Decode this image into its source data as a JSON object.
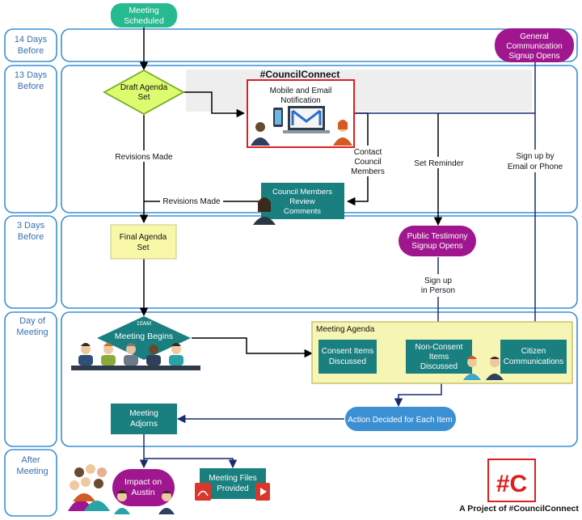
{
  "phases": [
    {
      "line1": "14 Days",
      "line2": "Before"
    },
    {
      "line1": "13 Days",
      "line2": "Before"
    },
    {
      "line1": "3 Days",
      "line2": "Before"
    },
    {
      "line1": "Day of",
      "line2": "Meeting"
    },
    {
      "line1": "After",
      "line2": "Meeting"
    }
  ],
  "nodes": {
    "meeting_scheduled": {
      "line1": "Meeting",
      "line2": "Scheduled"
    },
    "general_signup": {
      "line1": "General",
      "line2": "Communication",
      "line3": "Signup Opens"
    },
    "draft_agenda": {
      "line1": "Draft Agenda",
      "line2": "Set"
    },
    "council_connect_title": "#CouncilConnect",
    "notification": {
      "line1": "Mobile and Email",
      "line2": "Notification"
    },
    "council_review": {
      "line1": "Council Members",
      "line2": "Review",
      "line3": "Comments"
    },
    "final_agenda": {
      "line1": "Final Agenda",
      "line2": "Set"
    },
    "public_testimony": {
      "line1": "Public Testimony",
      "line2": "Signup Opens"
    },
    "meeting_begins": {
      "time": "10AM",
      "label": "Meeting Begins"
    },
    "meeting_agenda_title": "Meeting Agenda",
    "consent_items": {
      "line1": "Consent Items",
      "line2": "Discussed"
    },
    "non_consent_items": {
      "line1": "Non-Consent",
      "line2": "Items",
      "line3": "Discussed"
    },
    "citizen_comms": {
      "line1": "Citizen",
      "line2": "Communications"
    },
    "action_decided": "Action Decided for Each Item",
    "meeting_adjorns": {
      "line1": "Meeting",
      "line2": "Adjorns"
    },
    "impact": {
      "line1": "Impact on",
      "line2": "Austin"
    },
    "meeting_files": {
      "line1": "Meeting Files",
      "line2": "Provided"
    }
  },
  "edge_labels": {
    "revisions_made_1": "Revisions Made",
    "revisions_made_2": "Revisions Made",
    "contact": {
      "line1": "Contact",
      "line2": "Council",
      "line3": "Members"
    },
    "set_reminder": "Set Reminder",
    "sign_up_email": {
      "line1": "Sign up by",
      "line2": "Email or Phone"
    },
    "sign_up_person": {
      "line1": "Sign up",
      "line2": "in Person"
    }
  },
  "logo": {
    "text": "#C",
    "caption": "A Project of #CouncilConnect"
  },
  "colors": {
    "teal": "#1a7f7f",
    "green_pill": "#27b98f",
    "magenta": "#a0168f",
    "blue_pill": "#3b8fd3",
    "lane_border": "#3b8fd3",
    "phase_text": "#3a6fb0",
    "diamond_fill": "#dcfb6e",
    "diamond_stroke": "#7aab22",
    "final_fill": "#f8f8a8",
    "agenda_panel": "#f6f5b4",
    "notification_border": "#e01d1d",
    "arrow": "#000000",
    "arrow_navy": "#1a2a6e",
    "logo_red": "#e01d1d"
  }
}
